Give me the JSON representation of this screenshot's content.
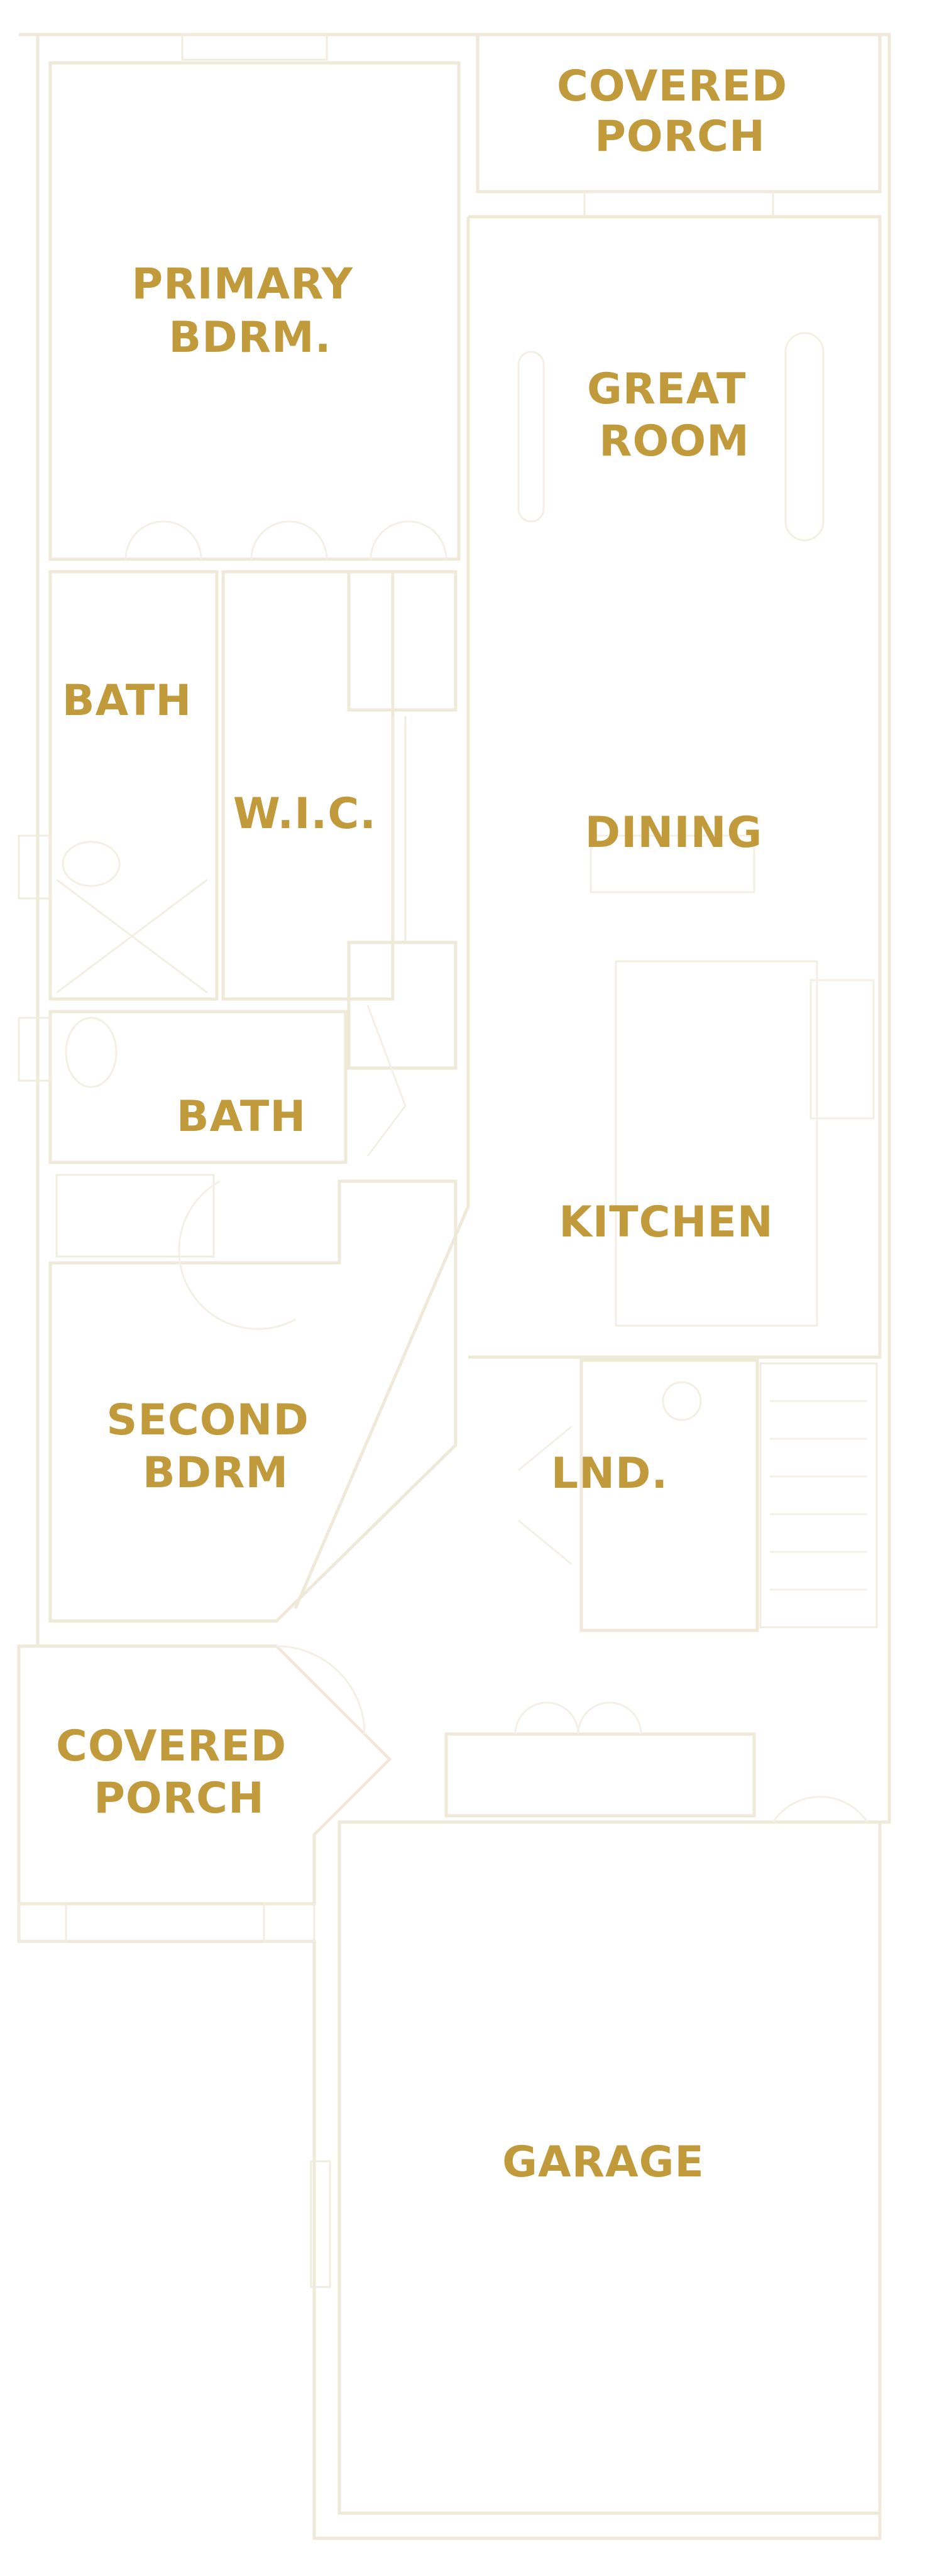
{
  "plan": {
    "label_color": "#c19a3b",
    "wall_color": "#efe9da",
    "rooms": {
      "covered_porch_top": [
        "COVERED",
        "PORCH"
      ],
      "primary_bedroom": [
        "PRIMARY",
        "BDRM."
      ],
      "great_room": [
        "GREAT",
        "ROOM"
      ],
      "bath_primary": [
        "BATH"
      ],
      "wic": [
        "W.I.C."
      ],
      "dining": [
        "DINING"
      ],
      "bath_second": [
        "BATH"
      ],
      "kitchen": [
        "KITCHEN"
      ],
      "second_bedroom": [
        "SECOND",
        "BDRM"
      ],
      "laundry": [
        "LND."
      ],
      "covered_porch_bottom": [
        "COVERED",
        "PORCH"
      ],
      "garage": [
        "GARAGE"
      ]
    }
  }
}
